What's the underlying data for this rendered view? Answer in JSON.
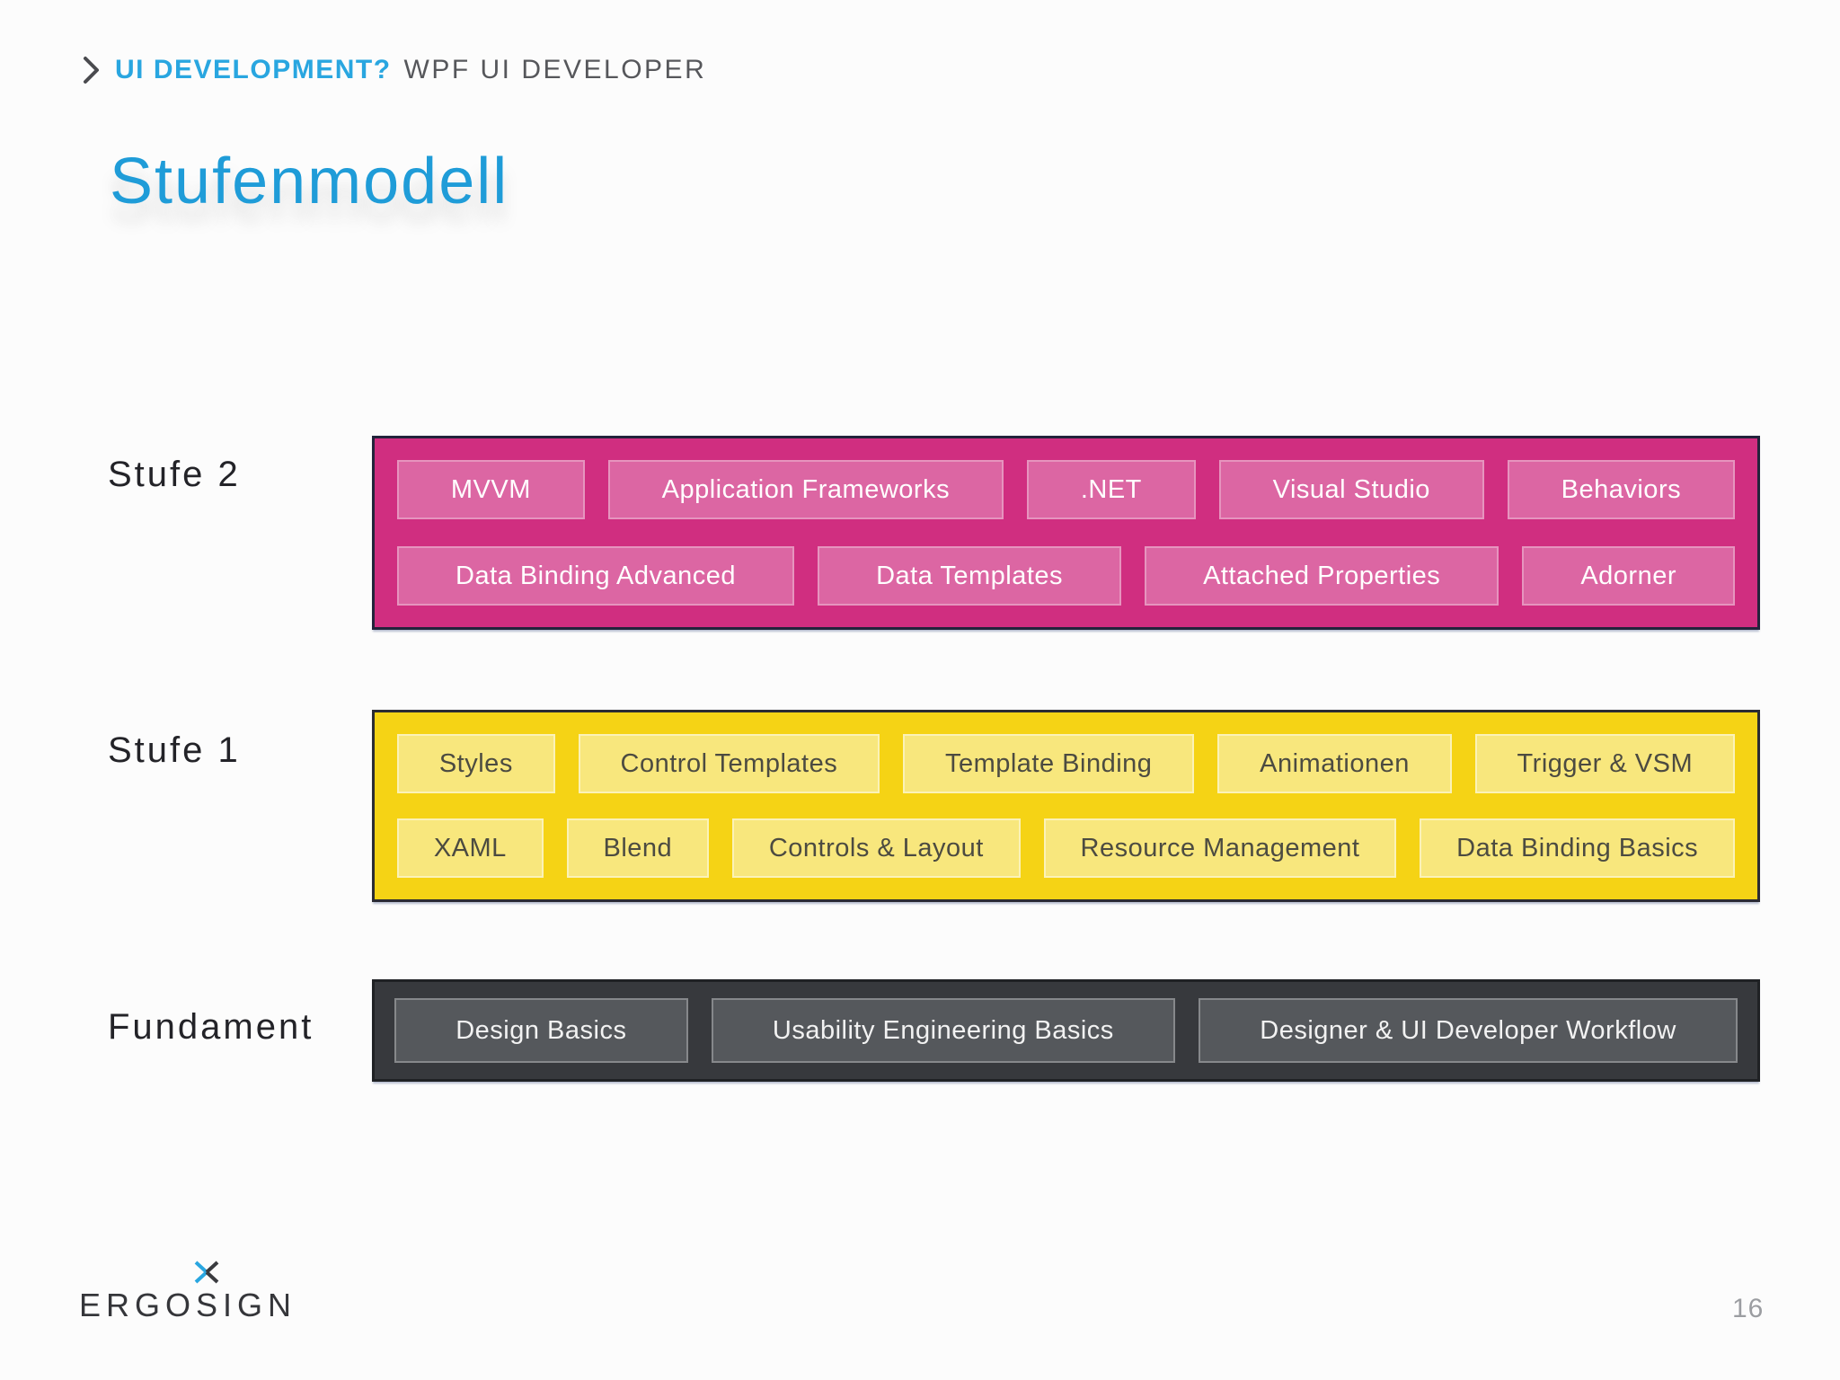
{
  "slide": {
    "background_color": "#fcfcfc"
  },
  "header": {
    "chevron_icon": "chevron-right",
    "topic": "UI DEVELOPMENT?",
    "subtopic": "WPF UI DEVELOPER",
    "topic_color": "#29a6e0",
    "subtopic_color": "#56575b"
  },
  "title": {
    "text": "Stufenmodell",
    "color": "#1f9cd8"
  },
  "diagram": {
    "levels": [
      {
        "label": "Stufe 2",
        "band_color": "#d02e80",
        "chip_color": "#dc66a3",
        "text_color": "#ffffff",
        "rows": [
          [
            "MVVM",
            "Application Frameworks",
            ".NET",
            "Visual Studio",
            "Behaviors"
          ],
          [
            "Data Binding Advanced",
            "Data Templates",
            "Attached Properties",
            "Adorner"
          ]
        ]
      },
      {
        "label": "Stufe 1",
        "band_color": "#f5d315",
        "chip_color": "#f8e77d",
        "text_color": "#4c4b41",
        "rows": [
          [
            "Styles",
            "Control Templates",
            "Template Binding",
            "Animationen",
            "Trigger & VSM"
          ],
          [
            "XAML",
            "Blend",
            "Controls & Layout",
            "Resource Management",
            "Data Binding Basics"
          ]
        ]
      },
      {
        "label": "Fundament",
        "band_color": "#37393d",
        "chip_color": "#55585c",
        "text_color": "#f2f2f2",
        "rows": [
          [
            "Design Basics",
            "Usability Engineering Basics",
            "Designer & UI Developer Workflow"
          ]
        ]
      }
    ]
  },
  "footer": {
    "logo_text": "ERGOSIGN",
    "logo_x_icon": "ergosign-x",
    "logo_accent_color": "#29a6e0",
    "page_number": "16"
  }
}
